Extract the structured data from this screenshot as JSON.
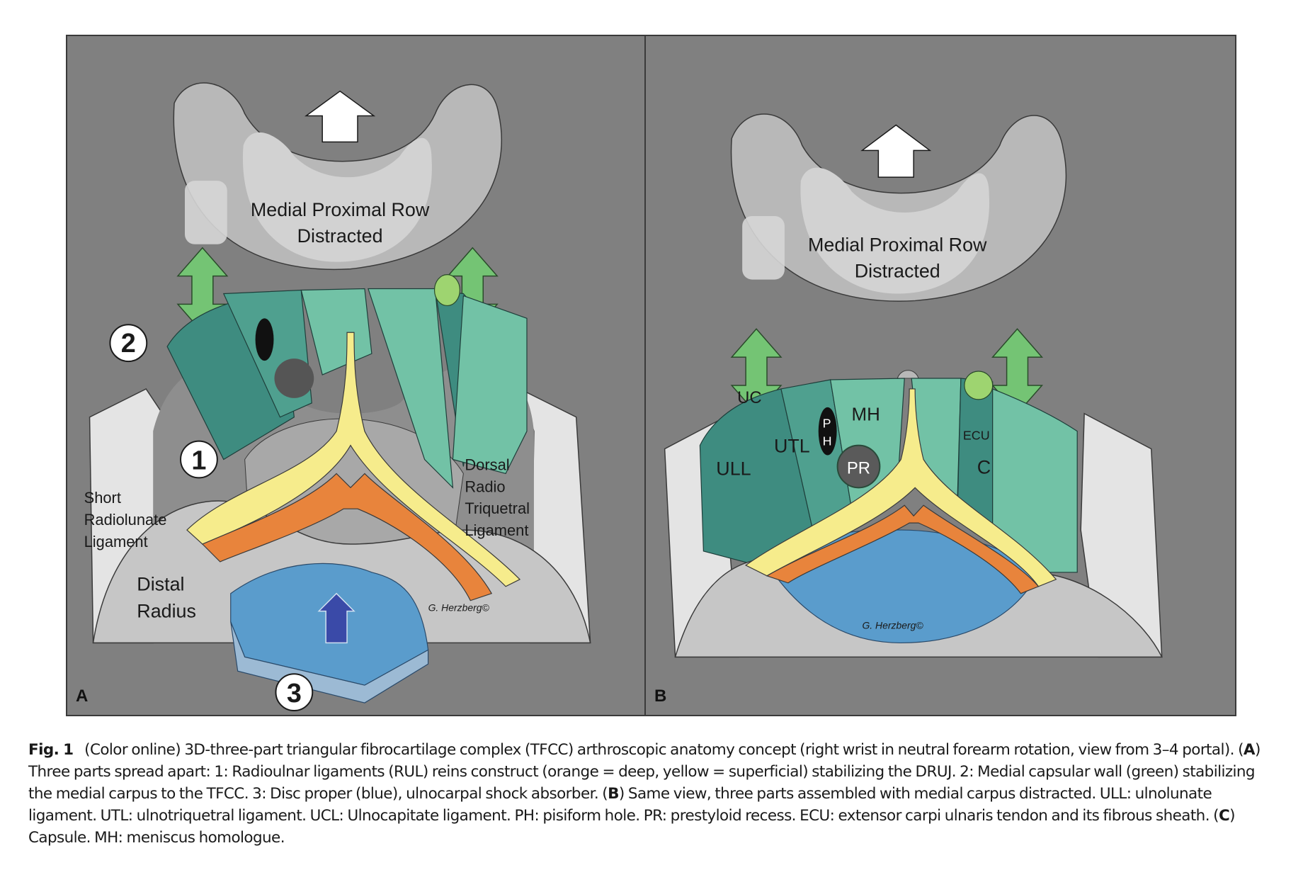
{
  "figure": {
    "panels": [
      {
        "letter": "A",
        "title": "Medial Proximal Row Distracted",
        "title_lines": [
          "Medial Proximal Row",
          "Distracted"
        ],
        "markers": [
          "1",
          "2",
          "3"
        ],
        "labels": {
          "left_ligament": [
            "Short",
            "Radiolunate",
            "Ligament"
          ],
          "right_ligament": [
            "Dorsal",
            "Radio",
            "Triquetral",
            "Ligament"
          ],
          "bone": [
            "Distal",
            "Radius"
          ]
        },
        "signature": "G. Herzberg©"
      },
      {
        "letter": "B",
        "title": "Medial Proximal Row Distracted",
        "title_lines": [
          "Medial Proximal Row",
          "Distracted"
        ],
        "labels": {
          "uc": "UC",
          "ull": "ULL",
          "utl": "UTL",
          "ph_p": "P",
          "ph_h": "H",
          "mh": "MH",
          "pr": "PR",
          "ecu": "ECU",
          "c": "C"
        },
        "signature": "G. Herzberg©"
      }
    ],
    "colors": {
      "background": "#808080",
      "bone_light": "#d4d4d4",
      "bone_mid": "#b8b8b8",
      "green_dark": "#3e8c80",
      "green_mid": "#4fa08f",
      "green_light": "#72c2a6",
      "arrow_green": "#74c474",
      "orange_deep": "#e8843c",
      "yellow_superficial": "#f6ec8c",
      "disc_blue": "#5a9ccc",
      "arrow_blue": "#3a4aa8"
    }
  },
  "caption": {
    "label": "Fig. 1",
    "segments": [
      {
        "t": "(Color online) 3D-three-part triangular fibrocartilage complex (TFCC) arthroscopic anatomy concept (right wrist in neutral forearm rotation, view from 3–4 portal). (",
        "b": false
      },
      {
        "t": "A",
        "b": true
      },
      {
        "t": ") Three parts spread apart: 1: Radioulnar ligaments (RUL) reins construct (orange = deep, yellow = superficial) stabilizing the DRUJ. 2: Medial capsular wall (green) stabilizing the medial carpus to the TFCC. 3: Disc proper (blue), ulnocarpal shock absorber. (",
        "b": false
      },
      {
        "t": "B",
        "b": true
      },
      {
        "t": ") Same view, three parts assembled with medial carpus distracted. ULL: ulnolunate ligament. UTL: ulnotriquetral ligament. UCL: Ulnocapitate ligament. PH: pisiform hole. PR: prestyloid recess. ECU: extensor carpi ulnaris tendon and its fibrous sheath. (",
        "b": false
      },
      {
        "t": "C",
        "b": true
      },
      {
        "t": ") Capsule. MH: meniscus homologue.",
        "b": false
      }
    ]
  }
}
